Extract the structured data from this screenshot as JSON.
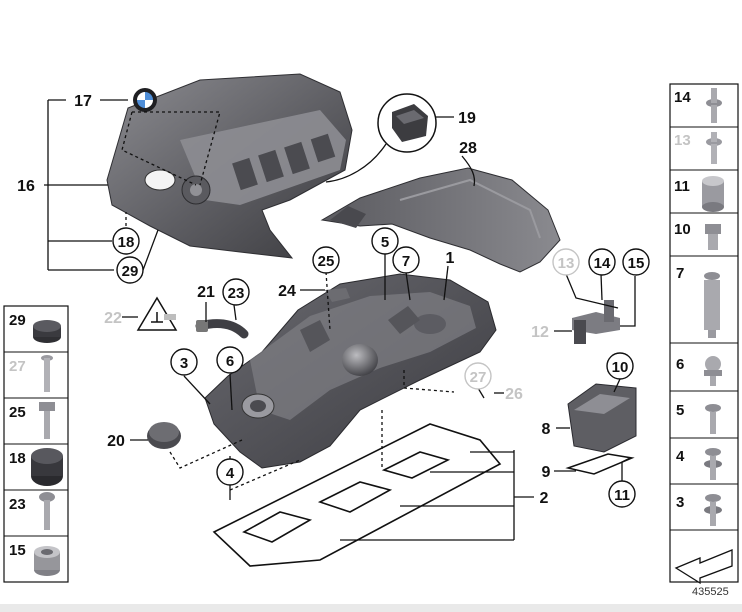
{
  "diagram": {
    "document_number": "435525",
    "callouts": {
      "c1": "1",
      "c2": "2",
      "c3": "3",
      "c4": "4",
      "c5": "5",
      "c6": "6",
      "c7": "7",
      "c8": "8",
      "c9": "9",
      "c10": "10",
      "c11": "11",
      "c12": "12",
      "c13": "13",
      "c14": "14",
      "c15": "15",
      "c16": "16",
      "c17": "17",
      "c18": "18",
      "c19": "19",
      "c20": "20",
      "c21": "21",
      "c22": "22",
      "c23": "23",
      "c24": "24",
      "c25": "25",
      "c26": "26",
      "c27": "27",
      "c28": "28",
      "c29": "29"
    },
    "left_panel": {
      "items": [
        {
          "number": "29",
          "muted": false
        },
        {
          "number": "27",
          "muted": true
        },
        {
          "number": "25",
          "muted": false
        },
        {
          "number": "18",
          "muted": false
        },
        {
          "number": "23",
          "muted": false
        },
        {
          "number": "15",
          "muted": false
        }
      ]
    },
    "right_panel": {
      "items": [
        {
          "number": "14",
          "muted": false
        },
        {
          "number": "13",
          "muted": true
        },
        {
          "number": "11",
          "muted": false
        },
        {
          "number": "10",
          "muted": false
        },
        {
          "number": "7",
          "muted": false
        },
        {
          "number": "6",
          "muted": false
        },
        {
          "number": "5",
          "muted": false
        },
        {
          "number": "4",
          "muted": false
        },
        {
          "number": "3",
          "muted": false
        }
      ]
    },
    "colors": {
      "part_dark": "#4a4a4f",
      "part_mid": "#77777c",
      "part_light": "#b4b4b8",
      "line": "#111111",
      "muted_label": "#c4c4c4"
    }
  }
}
